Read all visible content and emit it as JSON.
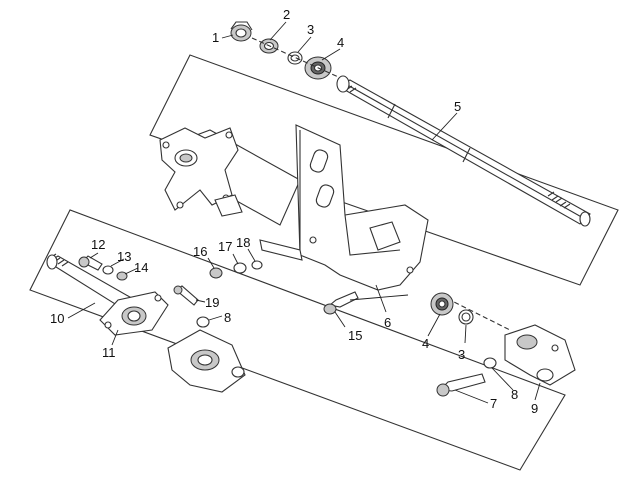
{
  "callouts": [
    {
      "id": "c1",
      "text": "1"
    },
    {
      "id": "c2",
      "text": "2"
    },
    {
      "id": "c3a",
      "text": "3"
    },
    {
      "id": "c4a",
      "text": "4"
    },
    {
      "id": "c5",
      "text": "5"
    },
    {
      "id": "c6",
      "text": "6"
    },
    {
      "id": "c4b",
      "text": "4"
    },
    {
      "id": "c3b",
      "text": "3"
    },
    {
      "id": "c7",
      "text": "7"
    },
    {
      "id": "c8a",
      "text": "8"
    },
    {
      "id": "c9",
      "text": "9"
    },
    {
      "id": "c10",
      "text": "10"
    },
    {
      "id": "c11",
      "text": "11"
    },
    {
      "id": "c12",
      "text": "12"
    },
    {
      "id": "c13",
      "text": "13"
    },
    {
      "id": "c14",
      "text": "14"
    },
    {
      "id": "c15",
      "text": "15"
    },
    {
      "id": "c16",
      "text": "16"
    },
    {
      "id": "c17",
      "text": "17"
    },
    {
      "id": "c18",
      "text": "18"
    },
    {
      "id": "c19",
      "text": "19"
    },
    {
      "id": "c8b",
      "text": "8"
    }
  ]
}
